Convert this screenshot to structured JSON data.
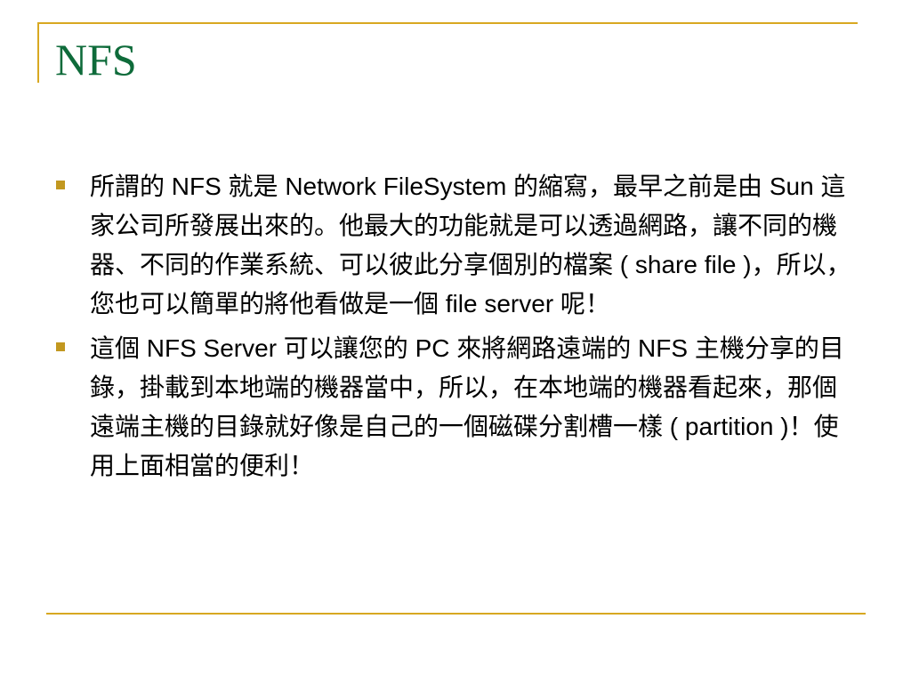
{
  "slide": {
    "title": "NFS",
    "bullets": [
      {
        "text": "所謂的 NFS 就是 Network FileSystem 的縮寫，最早之前是由 Sun 這家公司所發展出來的。他最大的功能就是可以透過網路，讓不同的機器、不同的作業系統、可以彼此分享個別的檔案 ( share file )，所以，您也可以簡單的將他看做是一個 file server 呢！"
      },
      {
        "text": "這個 NFS Server 可以讓您的 PC 來將網路遠端的 NFS 主機分享的目錄，掛載到本地端的機器當中，所以，在本地端的機器看起來，那個遠端主機的目錄就好像是自己的一個磁碟分割槽一樣 ( partition )！使用上面相當的便利！"
      }
    ]
  },
  "colors": {
    "title": "#0e6b3a",
    "accent_line": "#d8a821",
    "bullet": "#c29820",
    "text": "#000000"
  }
}
